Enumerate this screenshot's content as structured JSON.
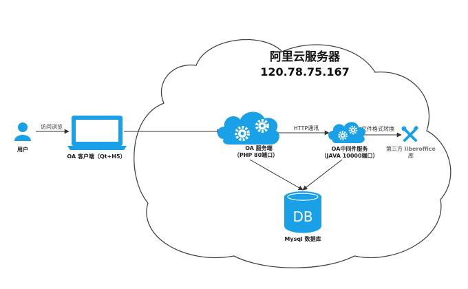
{
  "server": {
    "title": "阿里云服务器",
    "ip": "120.78.75.167"
  },
  "nodes": {
    "user": {
      "label": "用户",
      "icon": "user-icon"
    },
    "client": {
      "label": "OA 客户端（Qt+H5）",
      "icon": "laptop-icon"
    },
    "oa_service": {
      "label_line1": "OA 服务端",
      "label_line2": "（PHP  80端口）",
      "icon": "gears-cloud-icon"
    },
    "middleware": {
      "label_line1": "OA中间件服务",
      "label_line2": "（JAVA 10000端口）",
      "icon": "gears-cloud-icon"
    },
    "libreoffice": {
      "label_line1": "第三方 liberoffice",
      "label_line2": "库",
      "icon": "tools-icon"
    },
    "database": {
      "label": "Mysql 数据库",
      "db_text": "DB",
      "icon": "database-icon"
    }
  },
  "edges": {
    "user_client": "访问浏览",
    "oa_middleware": "HTTP通讯",
    "middleware_lib": "文件格式转换"
  },
  "colors": {
    "accent": "#1aa0e6",
    "line": "#333333",
    "cloud_stroke": "#444444"
  }
}
